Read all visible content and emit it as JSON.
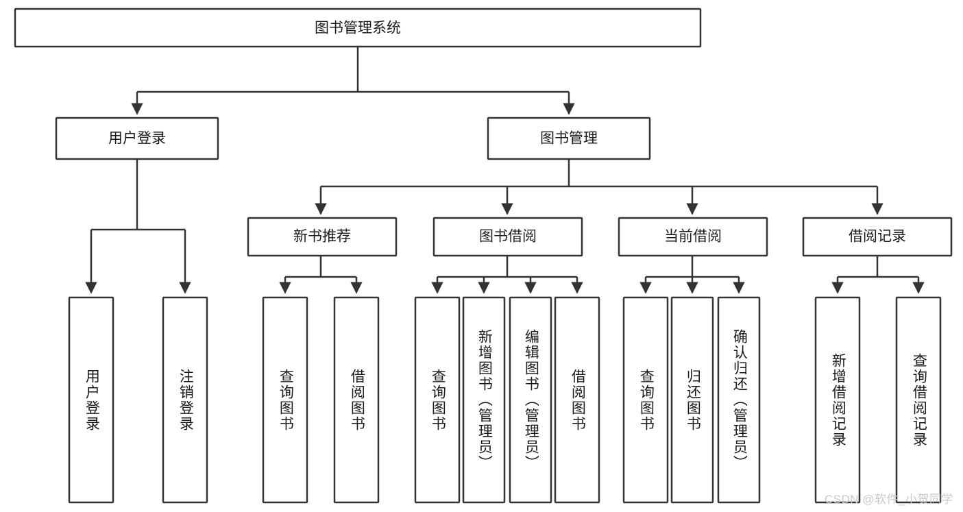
{
  "diagram": {
    "type": "tree-hierarchy",
    "title": "图书管理系统",
    "root": {
      "label": "图书管理系统"
    },
    "level1": [
      {
        "label": "用户登录"
      },
      {
        "label": "图书管理"
      }
    ],
    "level2": [
      {
        "label": "新书推荐"
      },
      {
        "label": "图书借阅"
      },
      {
        "label": "当前借阅"
      },
      {
        "label": "借阅记录"
      }
    ],
    "leaves": {
      "user_login": [
        {
          "label": "用户登录"
        },
        {
          "label": "注销登录"
        }
      ],
      "new_book_recommend": [
        {
          "label": "查询图书"
        },
        {
          "label": "借阅图书"
        }
      ],
      "book_borrow": [
        {
          "label": "查询图书"
        },
        {
          "label": "新增图书（管理员）"
        },
        {
          "label": "编辑图书（管理员）"
        },
        {
          "label": "借阅图书"
        }
      ],
      "current_borrow": [
        {
          "label": "查询图书"
        },
        {
          "label": "归还图书"
        },
        {
          "label": "确认归还（管理员）"
        }
      ],
      "borrow_record": [
        {
          "label": "新增借阅记录"
        },
        {
          "label": "查询借阅记录"
        }
      ]
    }
  },
  "watermark": {
    "text": "CSDN @软件_小贺同学"
  },
  "colors": {
    "stroke": "#333333",
    "box_fill": "#ffffff",
    "text": "#1a1a1a",
    "watermark": "#c9c9c9",
    "background": "#ffffff"
  }
}
